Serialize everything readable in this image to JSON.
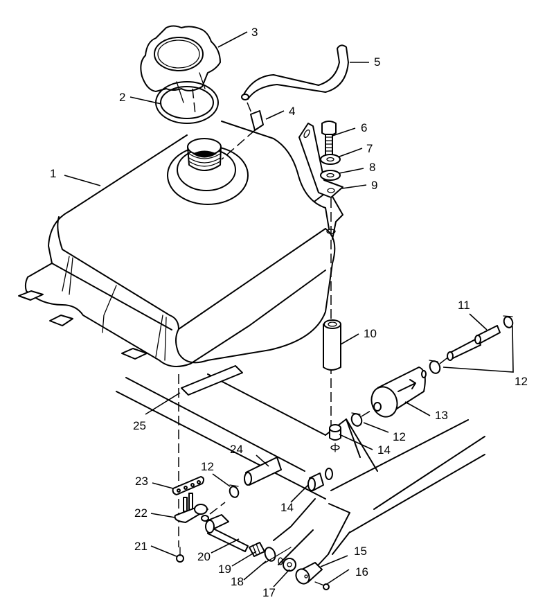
{
  "diagram": {
    "type": "exploded-parts-diagram",
    "subject": "fuel tank assembly",
    "callouts": [
      {
        "number": "1",
        "part": "fuel-tank"
      },
      {
        "number": "2",
        "part": "cap-gasket"
      },
      {
        "number": "3",
        "part": "fuel-cap"
      },
      {
        "number": "4",
        "part": "vent-fitting"
      },
      {
        "number": "5",
        "part": "vent-hose"
      },
      {
        "number": "6",
        "part": "bolt"
      },
      {
        "number": "7",
        "part": "lock-washer"
      },
      {
        "number": "8",
        "part": "flat-washer"
      },
      {
        "number": "9",
        "part": "mounting-bracket"
      },
      {
        "number": "10",
        "part": "spacer-tube"
      },
      {
        "number": "11",
        "part": "fuel-line"
      },
      {
        "number": "12",
        "part": "hose-clamp"
      },
      {
        "number": "13",
        "part": "fuel-filter"
      },
      {
        "number": "14",
        "part": "grommet"
      },
      {
        "number": "15",
        "part": "valve-knob"
      },
      {
        "number": "16",
        "part": "screw"
      },
      {
        "number": "17",
        "part": "nut"
      },
      {
        "number": "18",
        "part": "washer"
      },
      {
        "number": "19",
        "part": "spring"
      },
      {
        "number": "20",
        "part": "valve-shaft"
      },
      {
        "number": "21",
        "part": "screw"
      },
      {
        "number": "22",
        "part": "fuel-valve"
      },
      {
        "number": "23",
        "part": "valve-plate"
      },
      {
        "number": "24",
        "part": "fuel-line"
      },
      {
        "number": "25",
        "part": "pad"
      }
    ],
    "extra_callouts": [
      {
        "number": "12"
      },
      {
        "number": "12"
      },
      {
        "number": "14"
      }
    ]
  }
}
